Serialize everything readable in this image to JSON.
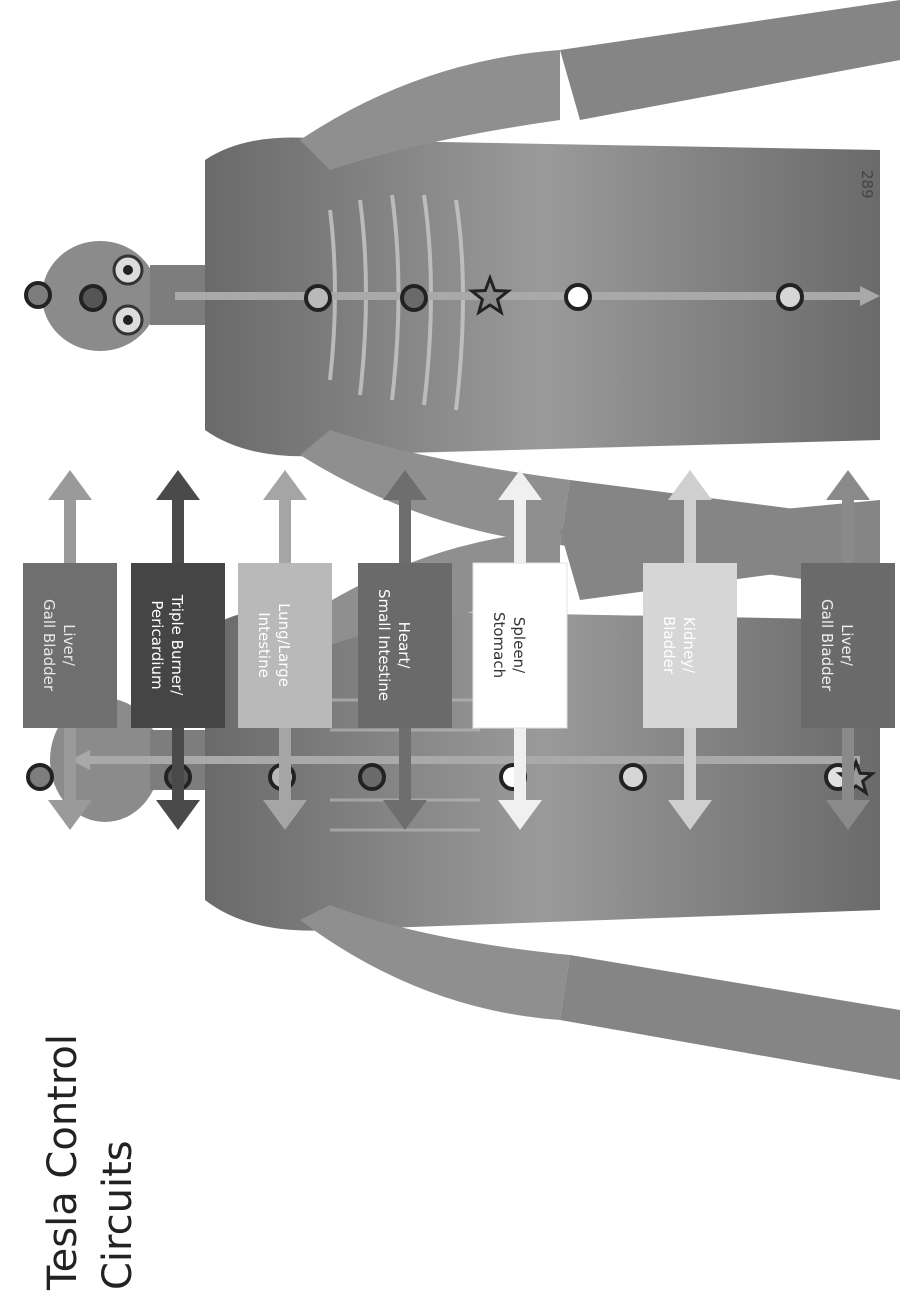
{
  "title": {
    "line1": "Tesla Control",
    "line2": "Circuits"
  },
  "page_number": "289",
  "meridian_pairs": [
    {
      "line1": "Liver/",
      "line2": "Gall Bladder",
      "fill": "#6f6f6f",
      "arrow": "#9a9a9a",
      "text": "#e8e8e8"
    },
    {
      "line1": "Triple Burner/",
      "line2": "Pericardium",
      "fill": "#454545",
      "arrow": "#4a4a4a",
      "text": "#ffffff"
    },
    {
      "line1": "Lung/Large",
      "line2": "Intestine",
      "fill": "#b9b9b9",
      "arrow": "#a5a5a5",
      "text": "#ffffff"
    },
    {
      "line1": "Heart/",
      "line2": "Small Intestine",
      "fill": "#6a6a6a",
      "arrow": "#6e6e6e",
      "text": "#ffffff"
    },
    {
      "line1": "Spleen/",
      "line2": "Stomach",
      "fill": "#ffffff",
      "arrow": "#f0f0f0",
      "text": "#333333"
    },
    {
      "line1": "Kidney/",
      "line2": "Bladder",
      "fill": "#d6d6d6",
      "arrow": "#cfcfcf",
      "text": "#ffffff"
    },
    {
      "line1": "Liver/",
      "line2": "Gall Bladder",
      "fill": "#6a6a6a",
      "arrow": "#8a8a8a",
      "text": "#eeeeee"
    }
  ],
  "back_points": [
    {
      "shape": "circle",
      "fill": "#7d7d7d"
    },
    {
      "shape": "circle",
      "fill": "#555555"
    },
    {
      "shape": "circle",
      "fill": "#b9b9b9"
    },
    {
      "shape": "circle",
      "fill": "#6a6a6a"
    },
    {
      "shape": "circle",
      "fill": "#ffffff"
    },
    {
      "shape": "circle",
      "fill": "#d6d6d6"
    },
    {
      "shape": "star-circle",
      "fill": "#e0e0e0"
    }
  ],
  "front_points": [
    {
      "shape": "circle",
      "fill": "#7d7d7d"
    },
    {
      "shape": "circle",
      "fill": "#555555"
    },
    {
      "shape": "circle",
      "fill": "#b9b9b9"
    },
    {
      "shape": "circle",
      "fill": "#6a6a6a"
    },
    {
      "shape": "star",
      "fill": "#8a8a8a"
    },
    {
      "shape": "circle",
      "fill": "#ffffff"
    },
    {
      "shape": "circle",
      "fill": "#d6d6d6"
    }
  ]
}
